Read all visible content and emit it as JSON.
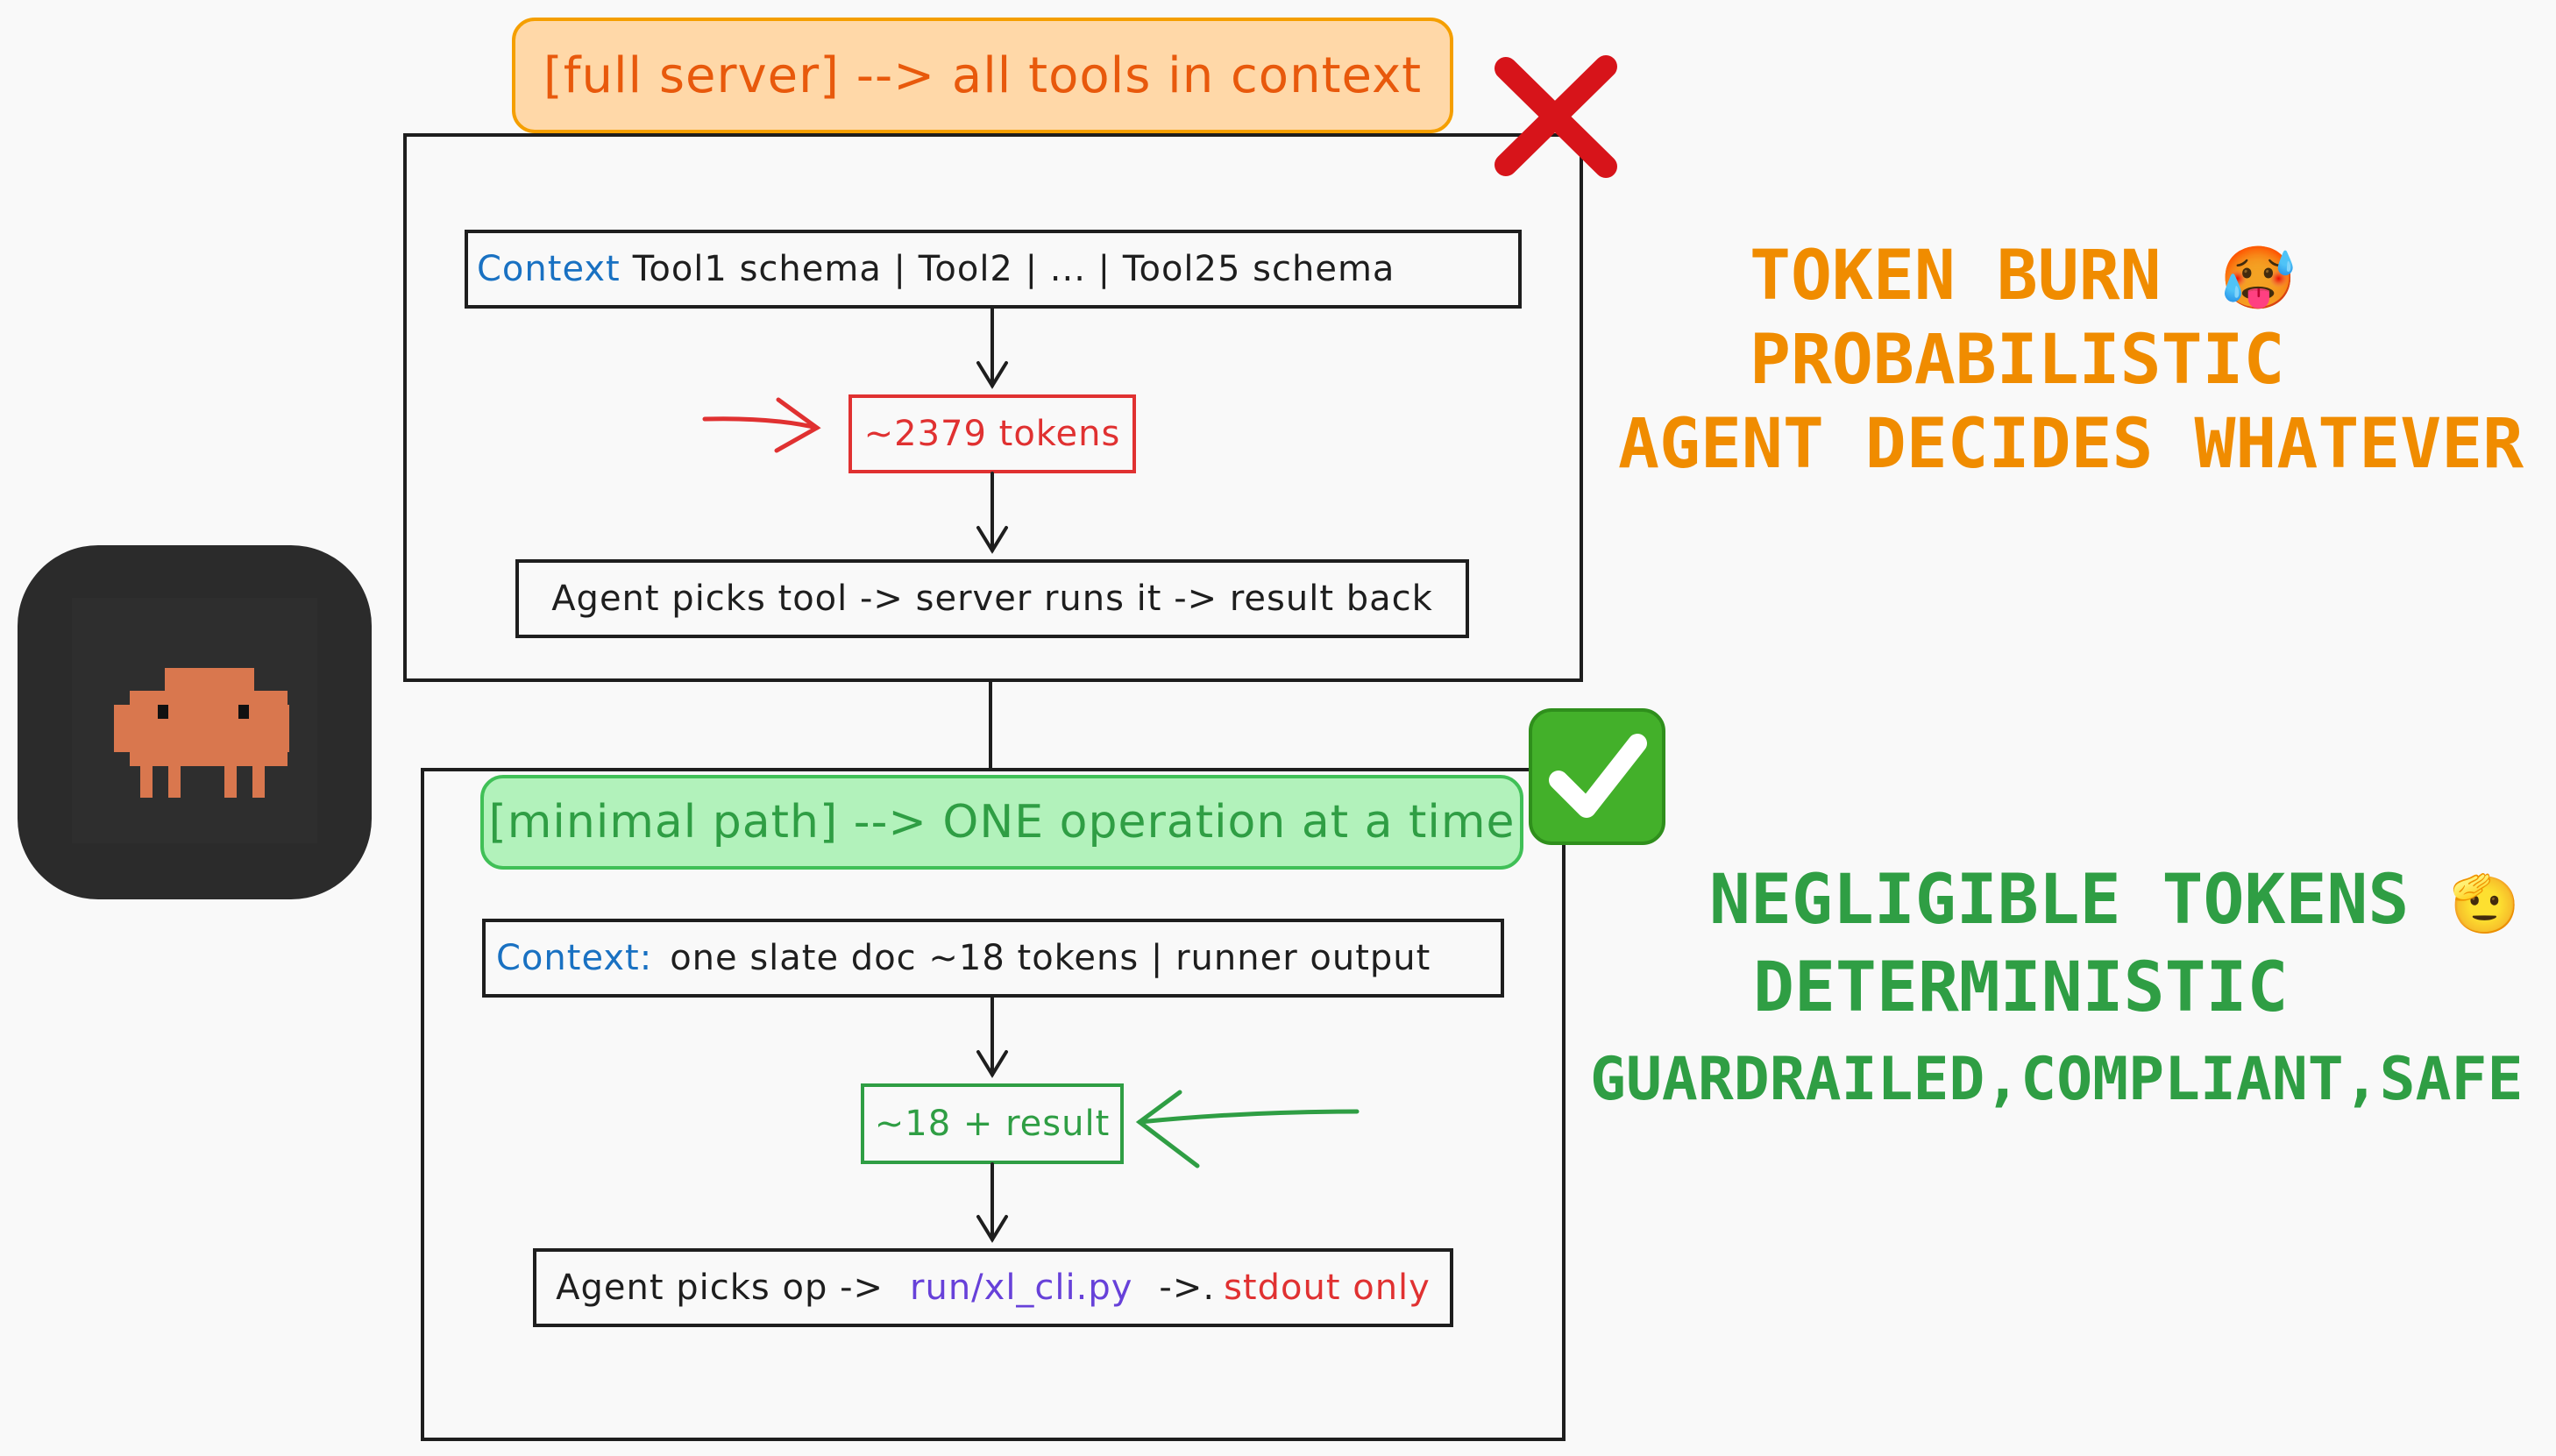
{
  "top": {
    "banner": "[full server] --> all tools in context",
    "context_label": "Context",
    "context_text": "Tool1 schema | Tool2 | ... | Tool25 schema",
    "tokens": "~2379 tokens",
    "flow": "Agent picks tool -> server runs it -> result back"
  },
  "bottom": {
    "banner": "[minimal path] --> ONE operation at a time",
    "context_label": "Context:",
    "context_text": "one slate doc ~18 tokens | runner output",
    "tokens": "~18 + result",
    "flow_prefix": "Agent picks op ->",
    "flow_script": "run/xl_cli.py",
    "flow_arrow": "->.",
    "flow_suffix": "stdout only"
  },
  "side_top": {
    "line1": "TOKEN BURN",
    "emoji1": "🥵",
    "line2": "PROBABILISTIC",
    "line3": "AGENT DECIDES WHATEVER"
  },
  "side_bottom": {
    "line1": "NEGLIGIBLE TOKENS",
    "emoji1": "🫡",
    "line2": "DETERMINISTIC",
    "line3": "GUARDRAILED,COMPLIANT,SAFE"
  },
  "icons": {
    "logo": "pixel-creature-icon",
    "cross": "red-x-icon",
    "check": "green-check-icon"
  },
  "colors": {
    "orange": "#f08c00",
    "green": "#2f9e44",
    "red": "#e03131",
    "blue": "#1971c2",
    "purple": "#6741d9",
    "logo_bg": "#2b2b2b",
    "creature": "#d9774e"
  }
}
